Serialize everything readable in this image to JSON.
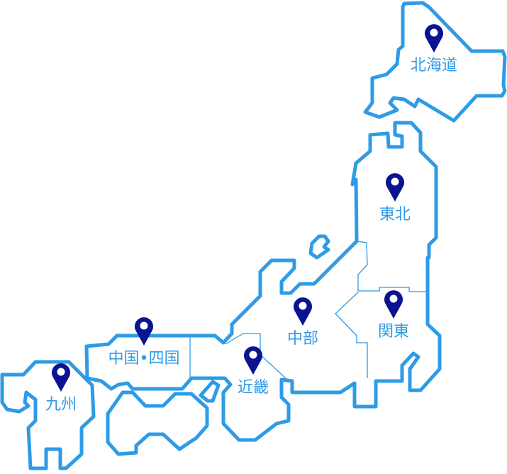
{
  "colors": {
    "outline": "#2e9be6",
    "label": "#2e9be6",
    "pin": "#0a1490"
  },
  "regions": {
    "hokkaido": {
      "label": "北海道",
      "icon": "map-pin-icon"
    },
    "tohoku": {
      "label": "東北",
      "icon": "map-pin-icon"
    },
    "kanto": {
      "label": "関東",
      "icon": "map-pin-icon"
    },
    "chubu": {
      "label": "中部",
      "icon": "map-pin-icon"
    },
    "kinki": {
      "label": "近畿",
      "icon": "map-pin-icon"
    },
    "chugoku_shikoku": {
      "label": "中国•四国",
      "icon": "map-pin-icon"
    },
    "kyushu": {
      "label": "九州",
      "icon": "map-pin-icon"
    }
  }
}
